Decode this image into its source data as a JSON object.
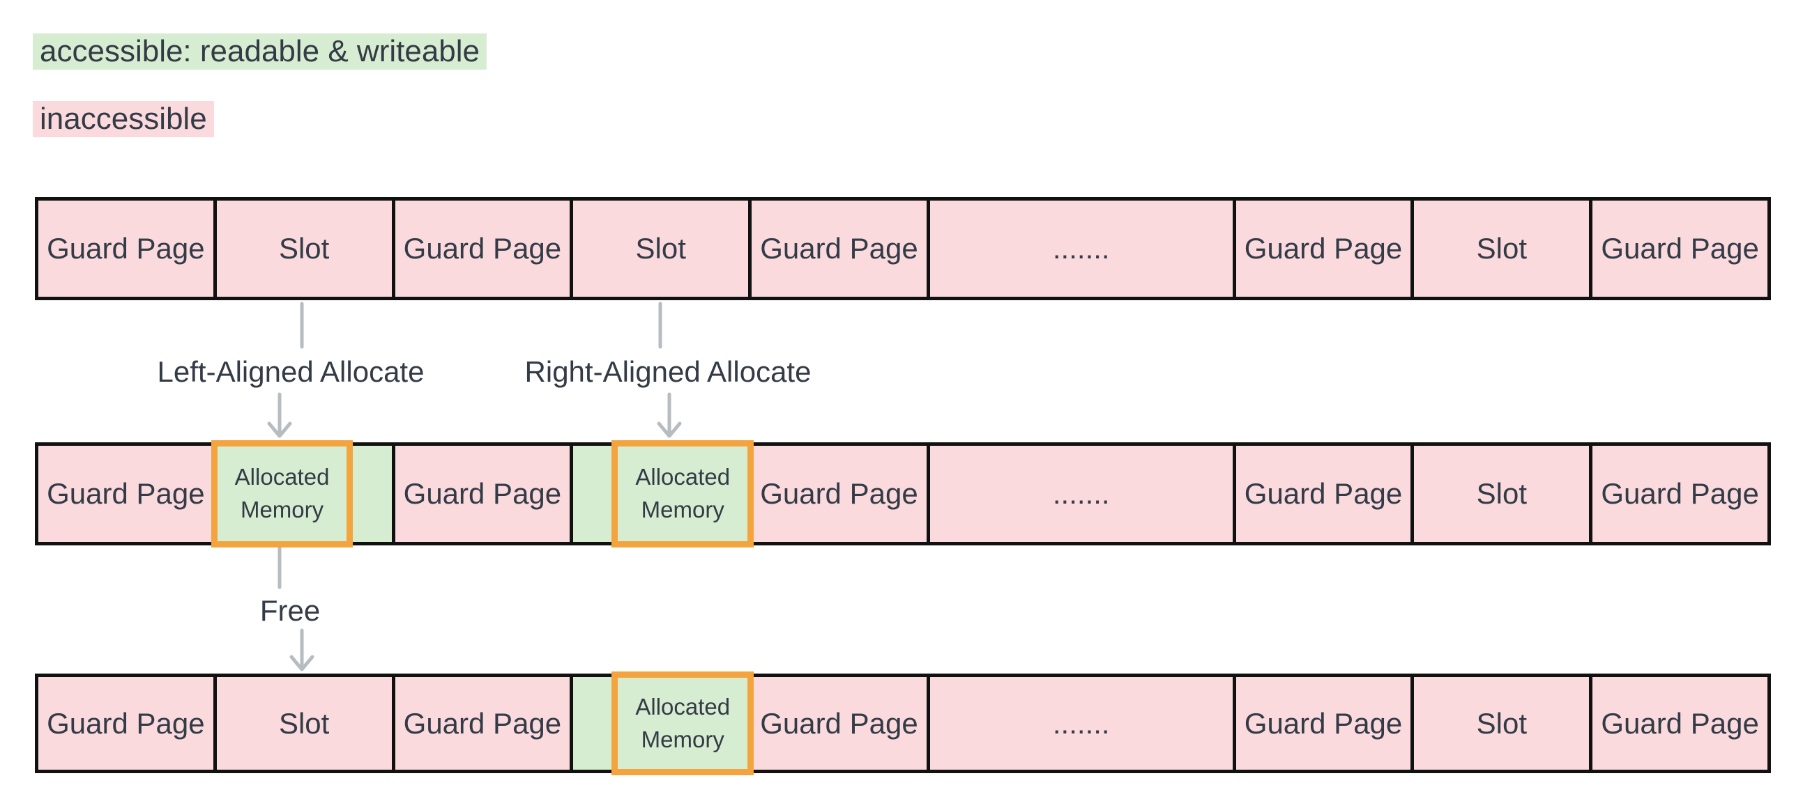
{
  "legend": {
    "accessible": "accessible: readable & writeable",
    "inaccessible": "inaccessible"
  },
  "labels": {
    "left_allocate": "Left-Aligned Allocate",
    "right_allocate": "Right-Aligned Allocate",
    "free": "Free"
  },
  "cells": {
    "allocated_line1": "Allocated",
    "allocated_line2": "Memory"
  },
  "colors": {
    "pink": "#fbdade",
    "green": "#d7edd1",
    "orange": "#f3a43e",
    "border": "#111111",
    "arrow": "#b7bcc0",
    "text": "#333b46",
    "bg": "#ffffff"
  },
  "rows": [
    {
      "name": "initial pool",
      "cells": [
        {
          "type": "guard",
          "label": "Guard Page"
        },
        {
          "type": "slot",
          "label": "Slot"
        },
        {
          "type": "guard",
          "label": "Guard Page"
        },
        {
          "type": "slot",
          "label": "Slot"
        },
        {
          "type": "guard",
          "label": "Guard Page"
        },
        {
          "type": "dots",
          "label": "......."
        },
        {
          "type": "guard",
          "label": "Guard Page"
        },
        {
          "type": "slot",
          "label": "Slot"
        },
        {
          "type": "guard",
          "label": "Guard Page"
        }
      ]
    },
    {
      "name": "after allocations",
      "cells": [
        {
          "type": "guard",
          "label": "Guard Page"
        },
        {
          "type": "slot-allocated-left",
          "label": ""
        },
        {
          "type": "guard",
          "label": "Guard Page"
        },
        {
          "type": "slot-allocated-right",
          "label": ""
        },
        {
          "type": "guard",
          "label": "Guard Page"
        },
        {
          "type": "dots",
          "label": "......."
        },
        {
          "type": "guard",
          "label": "Guard Page"
        },
        {
          "type": "slot",
          "label": "Slot"
        },
        {
          "type": "guard",
          "label": "Guard Page"
        }
      ]
    },
    {
      "name": "after free",
      "cells": [
        {
          "type": "guard",
          "label": "Guard Page"
        },
        {
          "type": "slot",
          "label": "Slot"
        },
        {
          "type": "guard",
          "label": "Guard Page"
        },
        {
          "type": "slot-allocated-right",
          "label": ""
        },
        {
          "type": "guard",
          "label": "Guard Page"
        },
        {
          "type": "dots",
          "label": "......."
        },
        {
          "type": "guard",
          "label": "Guard Page"
        },
        {
          "type": "slot",
          "label": "Slot"
        },
        {
          "type": "guard",
          "label": "Guard Page"
        }
      ]
    }
  ]
}
